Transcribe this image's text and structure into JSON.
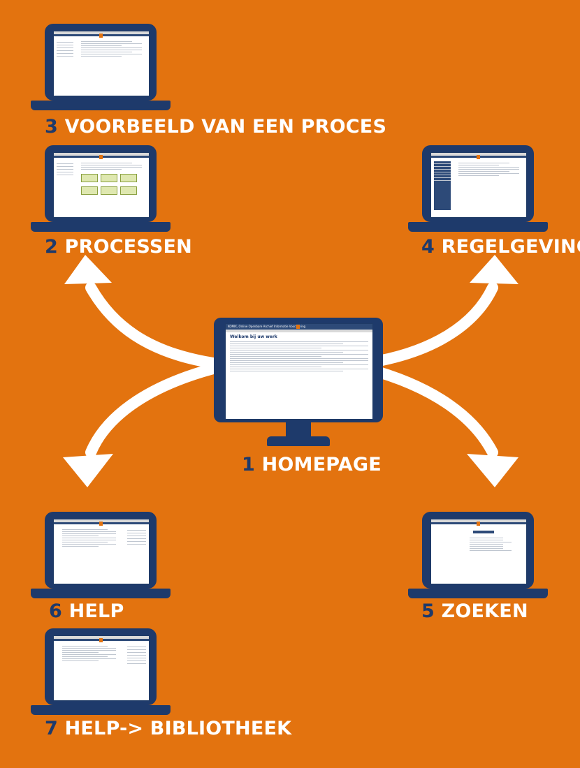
{
  "colors": {
    "background": "#E3730F",
    "device_navy": "#1E3A6B",
    "arrow": "#FFFFFF",
    "label_text": "#FFFFFF",
    "label_number": "#1E3A6B"
  },
  "nodes": [
    {
      "id": "homepage",
      "number": "1",
      "label": "HOMEPAGE",
      "device": "monitor"
    },
    {
      "id": "processen",
      "number": "2",
      "label": "PROCESSEN",
      "device": "laptop"
    },
    {
      "id": "voorbeeld",
      "number": "3",
      "label": "VOORBEELD VAN EEN PROCES",
      "device": "laptop"
    },
    {
      "id": "regelgeving",
      "number": "4",
      "label": "REGELGEVING",
      "device": "laptop"
    },
    {
      "id": "zoeken",
      "number": "5",
      "label": "ZOEKEN",
      "device": "laptop"
    },
    {
      "id": "help",
      "number": "6",
      "label": "HELP",
      "device": "laptop"
    },
    {
      "id": "bibliotheek",
      "number": "7",
      "label": "HELP-> BIBLIOTHEEK",
      "device": "laptop"
    }
  ],
  "edges": [
    {
      "from": "homepage",
      "to": "processen"
    },
    {
      "from": "homepage",
      "to": "regelgeving"
    },
    {
      "from": "homepage",
      "to": "help"
    },
    {
      "from": "homepage",
      "to": "zoeken"
    }
  ],
  "homepage_screen": {
    "window_title": "KOMIX, Online Openbare Archief Informatie Voorziening",
    "page_heading": "Welkom bij uw werk"
  }
}
